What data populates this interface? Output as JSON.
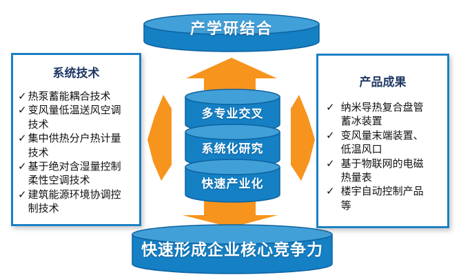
{
  "colors": {
    "arrow": "#F7941E",
    "cylinder_body": "#1580C4",
    "cylinder_top": "#42A0D8",
    "cylinder_stroke": "#0D62A0",
    "panel_border": "#1B7FC4",
    "title_navy": "#1F3864"
  },
  "top_cylinder": {
    "label": "产学研结合"
  },
  "center_cylinders": [
    {
      "label": "多专业交叉"
    },
    {
      "label": "系统化研究"
    },
    {
      "label": "快速产业化"
    }
  ],
  "bottom_cylinder": {
    "label": "快速形成企业核心竞争力"
  },
  "left_panel": {
    "title": "系统技术",
    "items": [
      {
        "check": "✓",
        "text": "热泵蓄能耦合技术"
      },
      {
        "check": "✓",
        "text": "变风量低温送风空调技术"
      },
      {
        "check": "✓",
        "text": "集中供热分户热计量技术"
      },
      {
        "check": "✓",
        "text": "基于绝对含湿量控制柔性空调技术"
      },
      {
        "check": "✓",
        "text": "建筑能源环境协调控制技术"
      }
    ]
  },
  "right_panel": {
    "title": "产品成果",
    "items": [
      {
        "check": "✓",
        "text": "纳米导热复合盘管蓄冰装置"
      },
      {
        "check": "✓",
        "text": "变风量末端装置、低温风口"
      },
      {
        "check": "✓",
        "text": "基于物联网的电磁热量表"
      },
      {
        "check": "✓",
        "text": "楼宇自动控制产品等"
      }
    ]
  }
}
